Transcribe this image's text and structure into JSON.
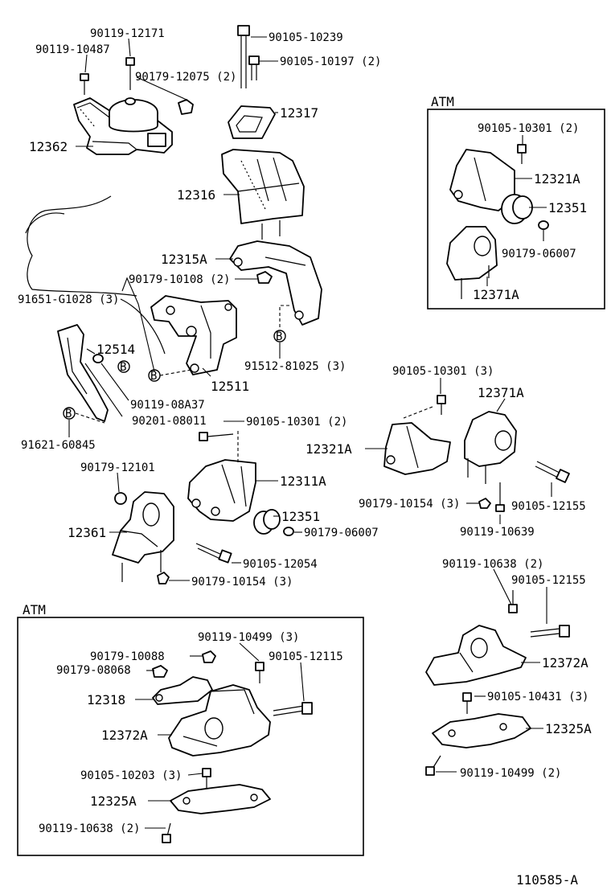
{
  "diagram_id": "110585-A",
  "boxes": {
    "atm_top": "ATM",
    "atm_bottom": "ATM"
  },
  "circle_marker": "B",
  "labels": {
    "p90119_12171": "90119-12171",
    "p90119_10487": "90119-10487",
    "p90179_12075": "90179-12075 (2)",
    "p90105_10239": "90105-10239",
    "p90105_10197": "90105-10197 (2)",
    "p12317": "12317",
    "p12362": "12362",
    "p12316": "12316",
    "p12315A": "12315A",
    "p90179_10108": "90179-10108 (2)",
    "p91651_G1028": "91651-G1028 (3)",
    "p12514": "12514",
    "p12511": "12511",
    "p91512_81025": "91512-81025 (3)",
    "p90119_08A37": "90119-08A37",
    "p90201_08011": "90201-08011",
    "p91621_60845": "91621-60845",
    "p90105_10301_2": "90105-10301 (2)",
    "p90179_12101": "90179-12101",
    "p12311A": "12311A",
    "p12361": "12361",
    "p12351_b": "12351",
    "p90179_06007_b": "90179-06007",
    "p90105_12054": "90105-12054",
    "p90179_10154_3": "90179-10154 (3)",
    "atm1_90105_10301": "90105-10301 (2)",
    "atm1_12321A": "12321A",
    "atm1_12351": "12351",
    "atm1_90179_06007": "90179-06007",
    "atm1_12371A": "12371A",
    "m_90105_10301_3": "90105-10301 (3)",
    "m_12371A": "12371A",
    "m_12321A": "12321A",
    "m_90179_10154_3": "90179-10154 (3)",
    "m_90105_12155": "90105-12155",
    "m_90119_10639": "90119-10639",
    "r_90119_10638_2": "90119-10638 (2)",
    "r_90105_12155": "90105-12155",
    "r_12372A": "12372A",
    "r_90105_10431": "90105-10431 (3)",
    "r_12325A": "12325A",
    "r_90119_10499_2": "90119-10499 (2)",
    "atm2_90119_10499_3": "90119-10499 (3)",
    "atm2_90179_10088": "90179-10088",
    "atm2_90105_12115": "90105-12115",
    "atm2_90179_08068": "90179-08068",
    "atm2_12318": "12318",
    "atm2_12372A": "12372A",
    "atm2_90105_10203": "90105-10203 (3)",
    "atm2_12325A": "12325A",
    "atm2_90119_10638": "90119-10638 (2)"
  }
}
